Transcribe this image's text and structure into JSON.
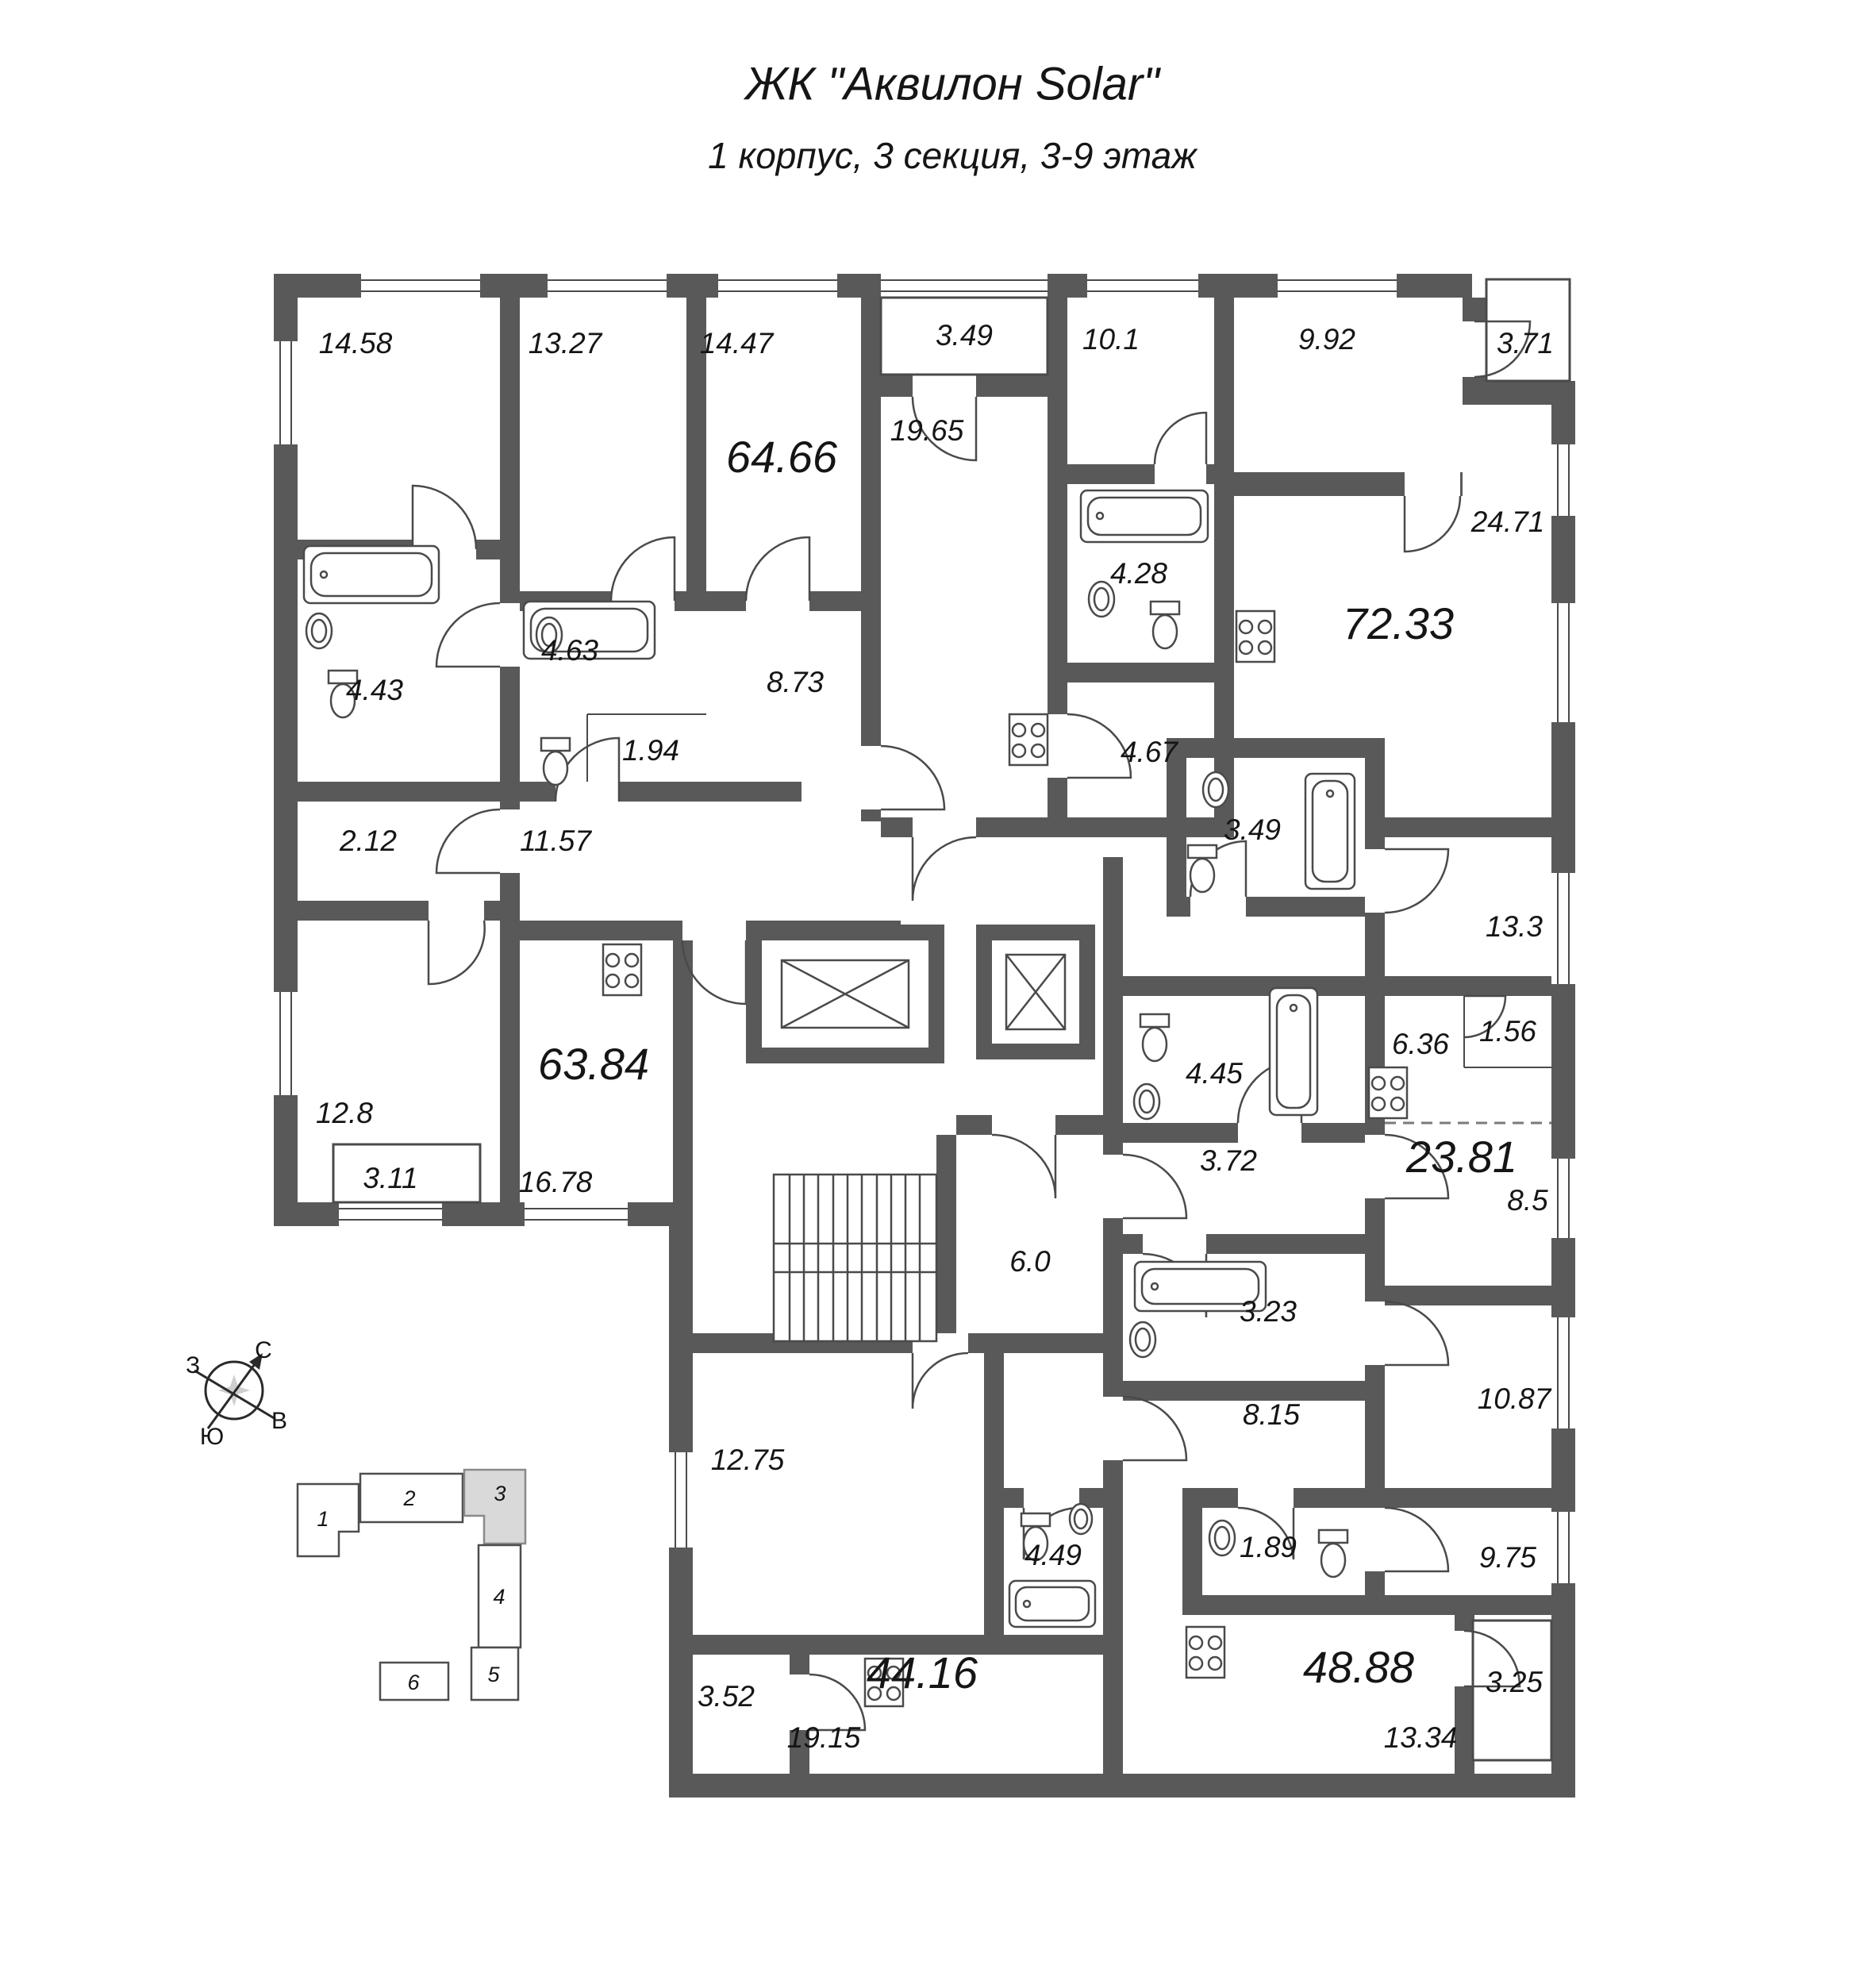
{
  "title": {
    "name": "ЖК \"Аквилон Solar\"",
    "subtitle": "1 корпус, 3 секция, 3-9 этаж"
  },
  "rooms": [
    {
      "area": "14.58"
    },
    {
      "area": "13.27"
    },
    {
      "area": "14.47"
    },
    {
      "area": "3.49"
    },
    {
      "area": "10.1"
    },
    {
      "area": "9.92"
    },
    {
      "area": "3.71"
    },
    {
      "area": "19.65"
    },
    {
      "area": "64.66"
    },
    {
      "area": "24.71"
    },
    {
      "area": "72.33"
    },
    {
      "area": "4.28"
    },
    {
      "area": "4.63"
    },
    {
      "area": "4.43"
    },
    {
      "area": "8.73"
    },
    {
      "area": "1.94"
    },
    {
      "area": "4.67"
    },
    {
      "area": "2.12"
    },
    {
      "area": "11.57"
    },
    {
      "area": "3.49"
    },
    {
      "area": "13.3"
    },
    {
      "area": "6.36"
    },
    {
      "area": "1.56"
    },
    {
      "area": "4.45"
    },
    {
      "area": "63.84"
    },
    {
      "area": "12.8"
    },
    {
      "area": "23.81"
    },
    {
      "area": "3.72"
    },
    {
      "area": "8.5"
    },
    {
      "area": "3.11"
    },
    {
      "area": "16.78"
    },
    {
      "area": "3.23"
    },
    {
      "area": "8.15"
    },
    {
      "area": "10.87"
    },
    {
      "area": "6.0"
    },
    {
      "area": "12.75"
    },
    {
      "area": "1.89"
    },
    {
      "area": "4.49"
    },
    {
      "area": "9.75"
    },
    {
      "area": "3.52"
    },
    {
      "area": "44.16"
    },
    {
      "area": "19.15"
    },
    {
      "area": "48.88"
    },
    {
      "area": "13.34"
    },
    {
      "area": "3.25"
    }
  ],
  "compass": {
    "n": "С",
    "s": "Ю",
    "w": "З",
    "e": "В"
  },
  "site_plan": {
    "sections": [
      "1",
      "2",
      "3",
      "4",
      "5",
      "6"
    ],
    "highlighted_section": "3"
  },
  "colors": {
    "wall": "#595959",
    "section_highlight": "#d9d9d9"
  }
}
